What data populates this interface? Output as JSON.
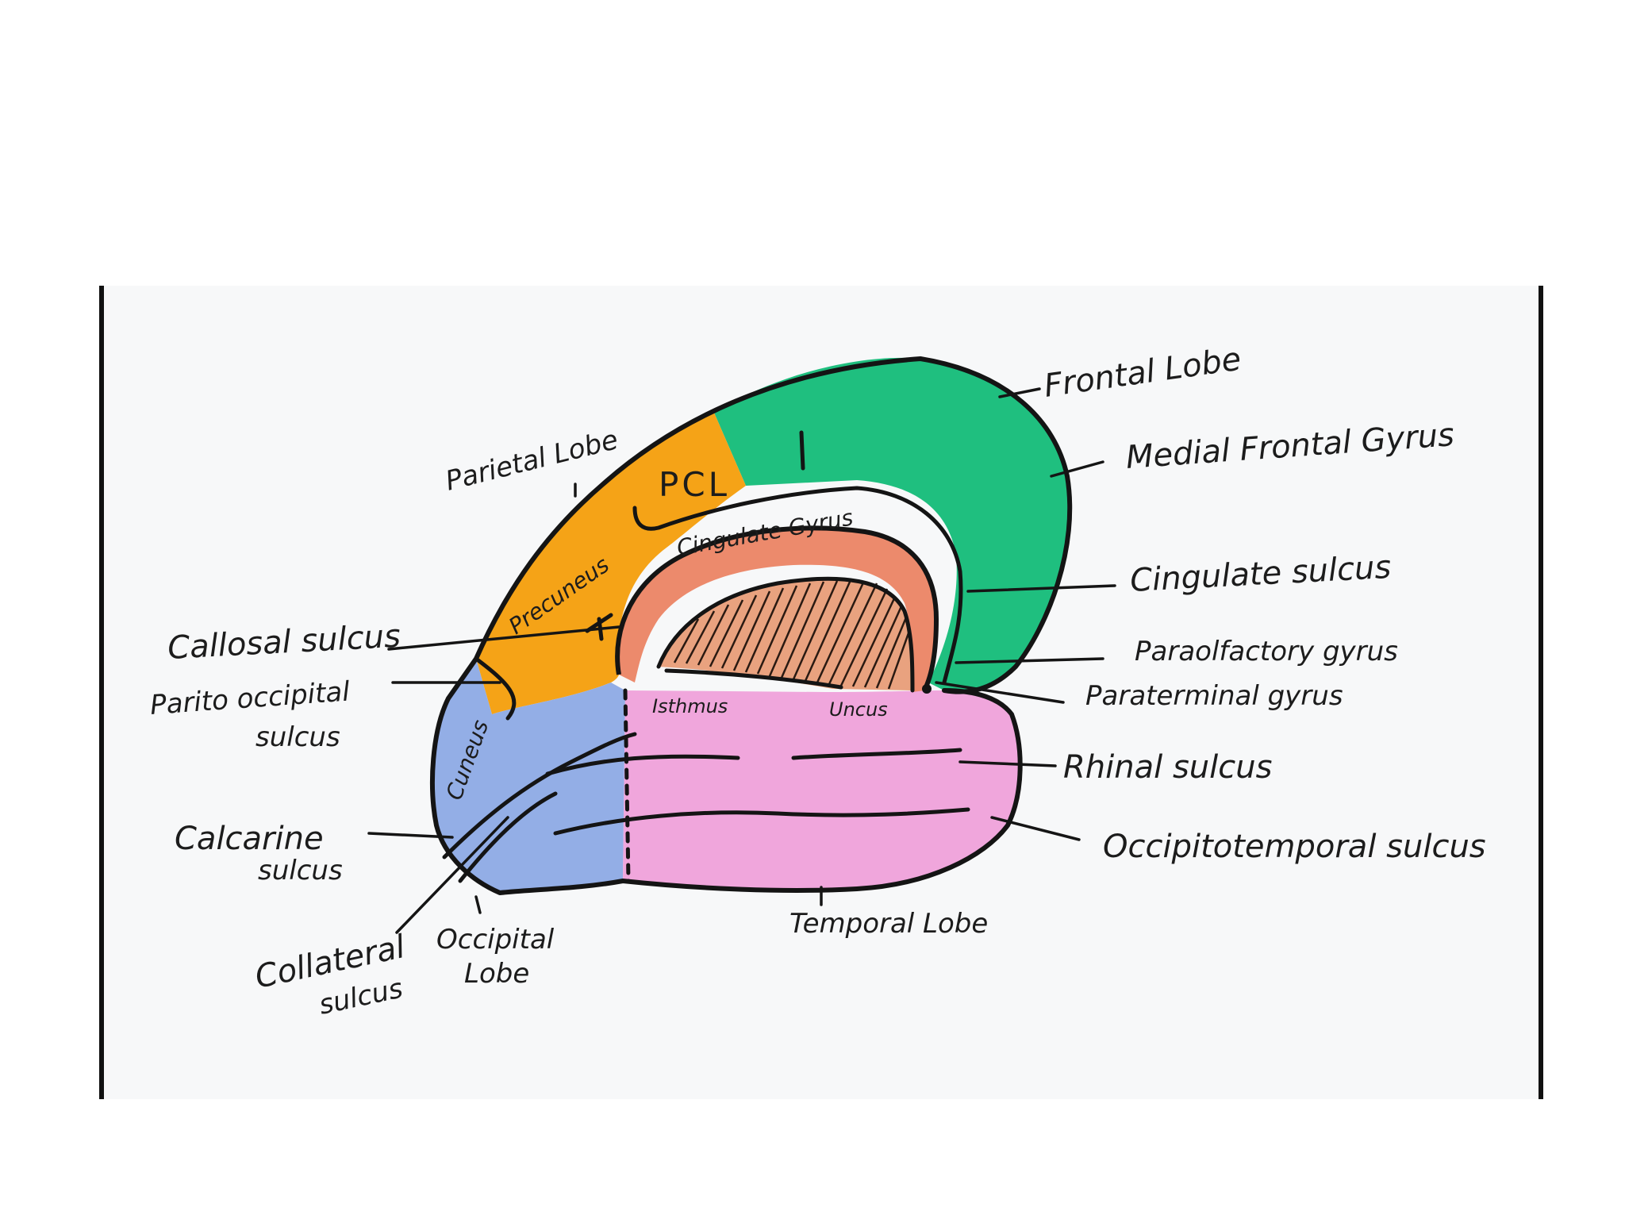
{
  "diagram": {
    "external_labels": {
      "frontal_lobe": "Frontal Lobe",
      "medial_frontal_gyrus": "Medial Frontal Gyrus",
      "cingulate_sulcus": "Cingulate sulcus",
      "paraolfactory_gyrus": "Paraolfactory gyrus",
      "paraterminal_gyrus": "Paraterminal gyrus",
      "rhinal_sulcus": "Rhinal sulcus",
      "occipitotemporal_sulcus": "Occipitotemporal sulcus",
      "temporal_lobe": "Temporal Lobe",
      "occipital_lobe_line1": "Occipital",
      "occipital_lobe_line2": "Lobe",
      "collateral_sulcus_line1": "Collateral",
      "collateral_sulcus_line2": "sulcus",
      "calcarine_sulcus_line1": "Calcarine",
      "calcarine_sulcus_line2": "sulcus",
      "parieto_occipital_sulcus_line1": "Parito occipital",
      "parieto_occipital_sulcus_line2": "sulcus",
      "callosal_sulcus": "Callosal sulcus",
      "parietal_lobe": "Parietal Lobe"
    },
    "internal_labels": {
      "pcl": "PCL",
      "cingulate_gyrus": "Cingulate Gyrus",
      "precuneus": "Precuneus",
      "cuneus": "Cuneus",
      "isthmus": "Isthmus",
      "uncus": "Uncus"
    },
    "colors": {
      "frontal": "#1fbf7f",
      "parietal": "#f5a317",
      "cingulate": "#ec8a6c",
      "corpus_callosum": "#e9a27f",
      "occipital": "#93aee6",
      "temporal": "#f0a6dc",
      "outline": "#141414"
    }
  }
}
